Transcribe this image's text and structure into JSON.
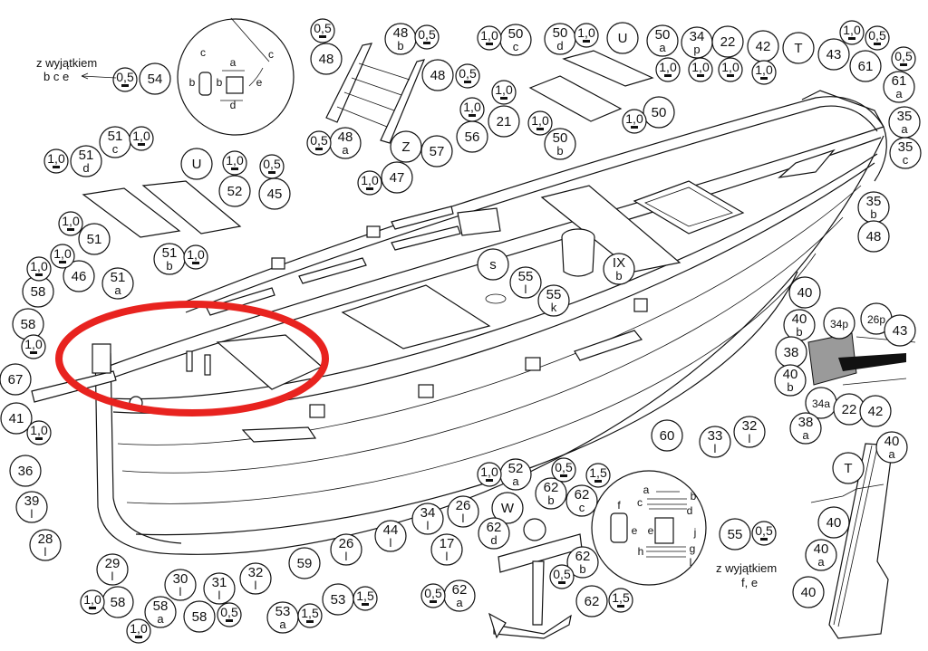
{
  "diagram": {
    "accent_color": "#e8231f",
    "notes": [
      {
        "line1": "z wyjątkiem",
        "line2": "b c e"
      },
      {
        "line1": "z wyjątkiem",
        "line2": "f, e"
      }
    ],
    "detail_1_letters": [
      "c",
      "a",
      "c",
      "b",
      "b",
      "e",
      "d"
    ],
    "detail_2_letters": [
      "a",
      "b",
      "c",
      "d",
      "f",
      "e",
      "e",
      "j",
      "h",
      "g",
      "l"
    ],
    "callouts": [
      {
        "num": "54",
        "sub": ""
      },
      {
        "num": "48",
        "sub": ""
      },
      {
        "num": "48",
        "sub": "b"
      },
      {
        "num": "48",
        "sub": ""
      },
      {
        "num": "48",
        "sub": "a"
      },
      {
        "num": "51",
        "sub": "c"
      },
      {
        "num": "51",
        "sub": "d"
      },
      {
        "num": "U",
        "sub": ""
      },
      {
        "num": "52",
        "sub": ""
      },
      {
        "num": "45",
        "sub": ""
      },
      {
        "num": "51",
        "sub": ""
      },
      {
        "num": "46",
        "sub": ""
      },
      {
        "num": "58",
        "sub": ""
      },
      {
        "num": "51",
        "sub": "a"
      },
      {
        "num": "51",
        "sub": "b"
      },
      {
        "num": "58",
        "sub": ""
      },
      {
        "num": "Z",
        "sub": ""
      },
      {
        "num": "57",
        "sub": ""
      },
      {
        "num": "47",
        "sub": ""
      },
      {
        "num": "56",
        "sub": ""
      },
      {
        "num": "21",
        "sub": ""
      },
      {
        "num": "50",
        "sub": "c"
      },
      {
        "num": "50",
        "sub": "d"
      },
      {
        "num": "U",
        "sub": ""
      },
      {
        "num": "50",
        "sub": "a"
      },
      {
        "num": "34",
        "sub": "p"
      },
      {
        "num": "22",
        "sub": ""
      },
      {
        "num": "42",
        "sub": ""
      },
      {
        "num": "T",
        "sub": ""
      },
      {
        "num": "43",
        "sub": ""
      },
      {
        "num": "61",
        "sub": ""
      },
      {
        "num": "61",
        "sub": "a"
      },
      {
        "num": "35",
        "sub": "a"
      },
      {
        "num": "35",
        "sub": "c"
      },
      {
        "num": "35",
        "sub": "b"
      },
      {
        "num": "48",
        "sub": ""
      },
      {
        "num": "50",
        "sub": ""
      },
      {
        "num": "50",
        "sub": "b"
      },
      {
        "num": "s",
        "sub": ""
      },
      {
        "num": "IX",
        "sub": "b"
      },
      {
        "num": "55",
        "sub": "l"
      },
      {
        "num": "55",
        "sub": "k"
      },
      {
        "num": "40",
        "sub": ""
      },
      {
        "num": "40",
        "sub": "b"
      },
      {
        "num": "34p",
        "sub": ""
      },
      {
        "num": "26p",
        "sub": ""
      },
      {
        "num": "43",
        "sub": ""
      },
      {
        "num": "38",
        "sub": ""
      },
      {
        "num": "40",
        "sub": "b"
      },
      {
        "num": "34a",
        "sub": ""
      },
      {
        "num": "22",
        "sub": ""
      },
      {
        "num": "42",
        "sub": ""
      },
      {
        "num": "38",
        "sub": "a"
      },
      {
        "num": "60",
        "sub": ""
      },
      {
        "num": "33",
        "sub": "l"
      },
      {
        "num": "32",
        "sub": "l"
      },
      {
        "num": "67",
        "sub": ""
      },
      {
        "num": "41",
        "sub": ""
      },
      {
        "num": "36",
        "sub": ""
      },
      {
        "num": "39",
        "sub": "l"
      },
      {
        "num": "28",
        "sub": "l"
      },
      {
        "num": "29",
        "sub": "l"
      },
      {
        "num": "58",
        "sub": ""
      },
      {
        "num": "58",
        "sub": "a"
      },
      {
        "num": "30",
        "sub": "l"
      },
      {
        "num": "58",
        "sub": ""
      },
      {
        "num": "31",
        "sub": "l"
      },
      {
        "num": "32",
        "sub": "l"
      },
      {
        "num": "59",
        "sub": ""
      },
      {
        "num": "53",
        "sub": ""
      },
      {
        "num": "53",
        "sub": "a"
      },
      {
        "num": "26",
        "sub": "l"
      },
      {
        "num": "44",
        "sub": "l"
      },
      {
        "num": "34",
        "sub": "l"
      },
      {
        "num": "26",
        "sub": "l"
      },
      {
        "num": "17",
        "sub": "l"
      },
      {
        "num": "52",
        "sub": "a"
      },
      {
        "num": "62",
        "sub": "b"
      },
      {
        "num": "62",
        "sub": "c"
      },
      {
        "num": "W",
        "sub": ""
      },
      {
        "num": "62",
        "sub": "d"
      },
      {
        "num": "62",
        "sub": "b"
      },
      {
        "num": "62",
        "sub": "a"
      },
      {
        "num": "62",
        "sub": ""
      },
      {
        "num": "55",
        "sub": ""
      },
      {
        "num": "T",
        "sub": ""
      },
      {
        "num": "40",
        "sub": "a"
      },
      {
        "num": "40",
        "sub": ""
      },
      {
        "num": "40",
        "sub": "a"
      },
      {
        "num": "40",
        "sub": ""
      }
    ],
    "thickness_badges": [
      "0,5",
      "0,5",
      "0,5",
      "0,5",
      "0,5",
      "1,0",
      "1,0",
      "1,0",
      "0,5",
      "1,0",
      "1,0",
      "1,0",
      "1,0",
      "1,0",
      "1,0",
      "1,0",
      "1,0",
      "1,0",
      "1,0",
      "1,0",
      "1,0",
      "1,0",
      "1,0",
      "1,0",
      "1,0",
      "0,5",
      "0,5",
      "1,0",
      "1,0",
      "1,0",
      "1,0",
      "0,5",
      "1,5",
      "1,5",
      "0,5",
      "1,0",
      "0,5",
      "1,5",
      "0,5",
      "1,5",
      "0,5"
    ]
  }
}
